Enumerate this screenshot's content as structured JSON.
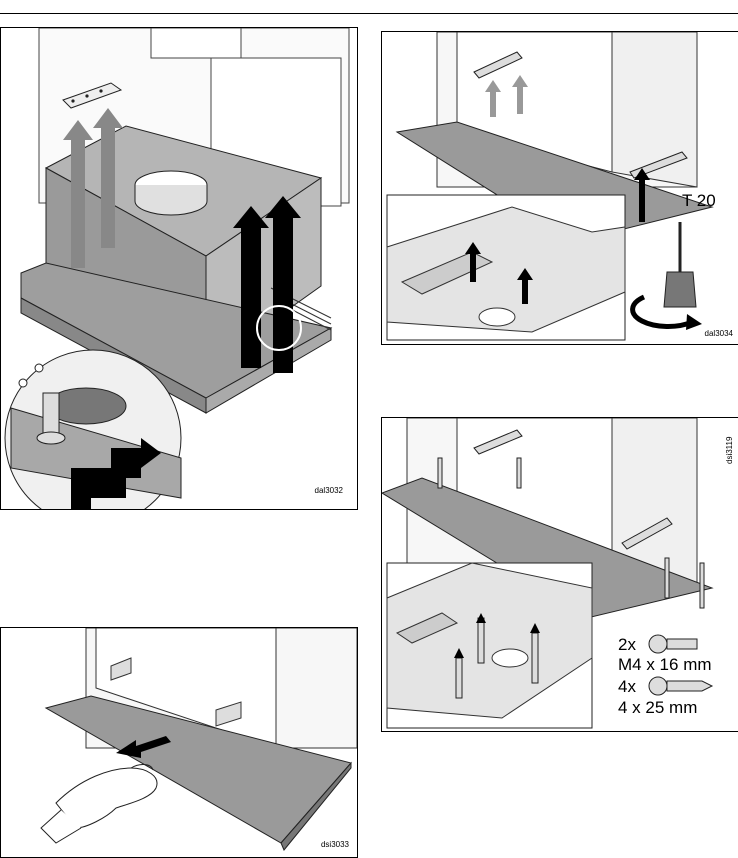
{
  "figures": {
    "fig1": {
      "code": "dal3032"
    },
    "fig2": {
      "code": "dal3034",
      "tool_label": "T 20"
    },
    "fig3": {
      "code": "dsi3033"
    },
    "fig4": {
      "code": "dsi3119",
      "screw1_qty": "2x",
      "screw1_size": "M4 x 16 mm",
      "screw2_qty": "4x",
      "screw2_size": "4 x 25 mm"
    }
  },
  "colors": {
    "panel_fill": "#9a9a9a",
    "light_fill": "#e6e6e6",
    "arrow": "#000000",
    "line": "#222222"
  }
}
